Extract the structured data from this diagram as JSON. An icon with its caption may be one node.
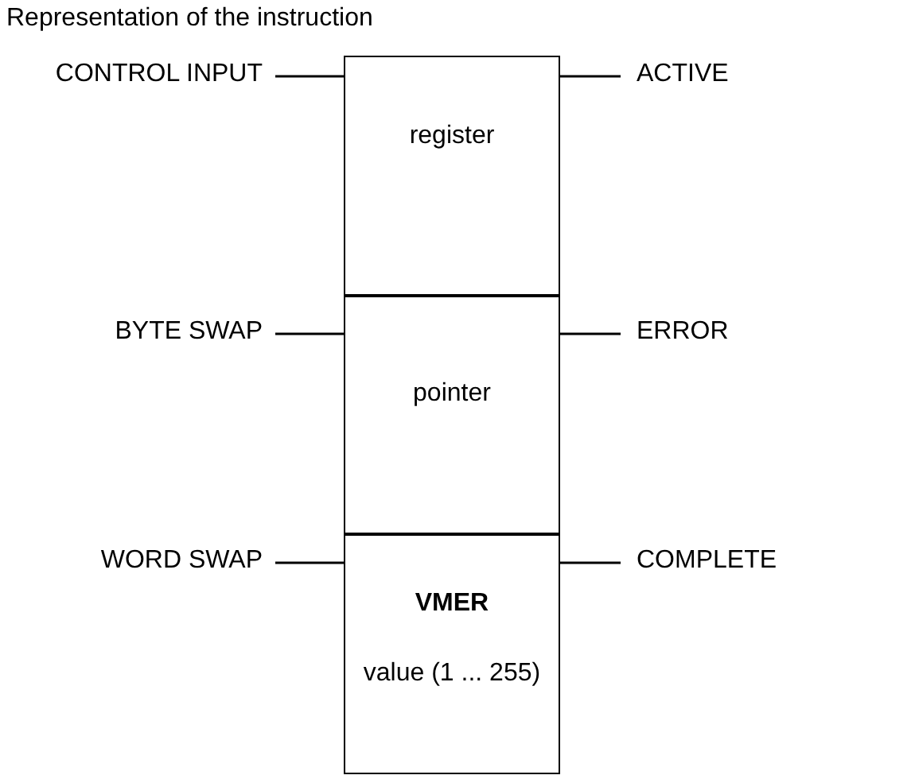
{
  "diagram": {
    "title": "Representation of the instruction",
    "nodes": [
      {
        "text": [
          "CONTROL INPUT"
        ]
      },
      {
        "text": [
          "register"
        ]
      },
      {
        "text": [
          "ACTIVE"
        ]
      },
      {
        "text": [
          "BYTE SWAP"
        ]
      },
      {
        "text": [
          "pointer"
        ]
      },
      {
        "text": [
          "ERROR"
        ]
      },
      {
        "text": [
          "WORD SWAP"
        ]
      },
      {
        "text": [
          "VMER",
          "value (1 ... 255)"
        ]
      },
      {
        "text": [
          "COMPLETE"
        ]
      }
    ],
    "edges": [
      {
        "from": 0,
        "to": 1,
        "arrow": "none"
      },
      {
        "from": 1,
        "to": 2,
        "arrow": "none"
      },
      {
        "from": 3,
        "to": 4,
        "arrow": "none"
      },
      {
        "from": 4,
        "to": 5,
        "arrow": "none"
      },
      {
        "from": 6,
        "to": 7,
        "arrow": "none"
      },
      {
        "from": 7,
        "to": 8,
        "arrow": "none"
      }
    ]
  }
}
